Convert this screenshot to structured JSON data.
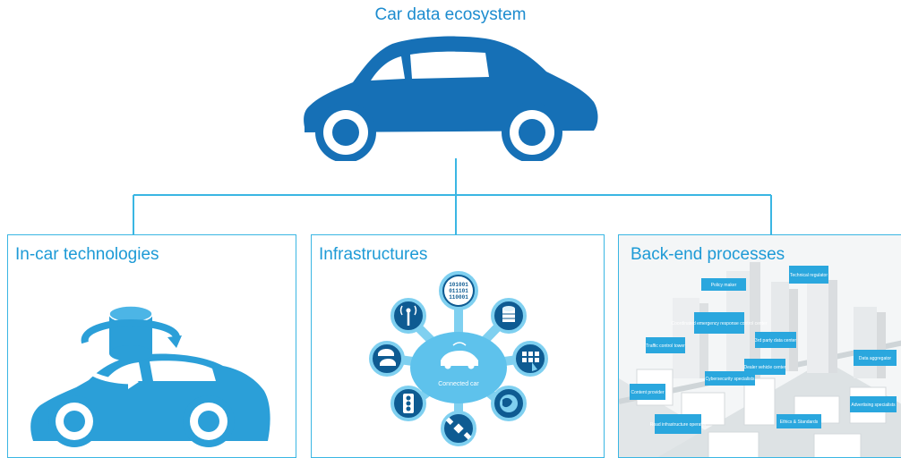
{
  "title": "Car data ecosystem",
  "panels": [
    {
      "title": "In-car technologies"
    },
    {
      "title": "Infrastructures",
      "hub_label": "Connected car",
      "binary": [
        "101001",
        "011101",
        "110001"
      ]
    },
    {
      "title": "Back-end processes",
      "city_labels": [
        "Policy maker",
        "Technical regulator",
        "Coordinated emergency response control center",
        "3rd party data center",
        "Traffic control tower",
        "Dealer vehicle center",
        "Content provider",
        "Cybersecurity specialists",
        "Data aggregator",
        "Advertising specialists",
        "Road infrastructure operator",
        "Ethics & Standards"
      ]
    }
  ],
  "colors": {
    "car_dark": "#1670b6",
    "accent": "#3ab6e3",
    "title_text": "#1d8ccf"
  }
}
